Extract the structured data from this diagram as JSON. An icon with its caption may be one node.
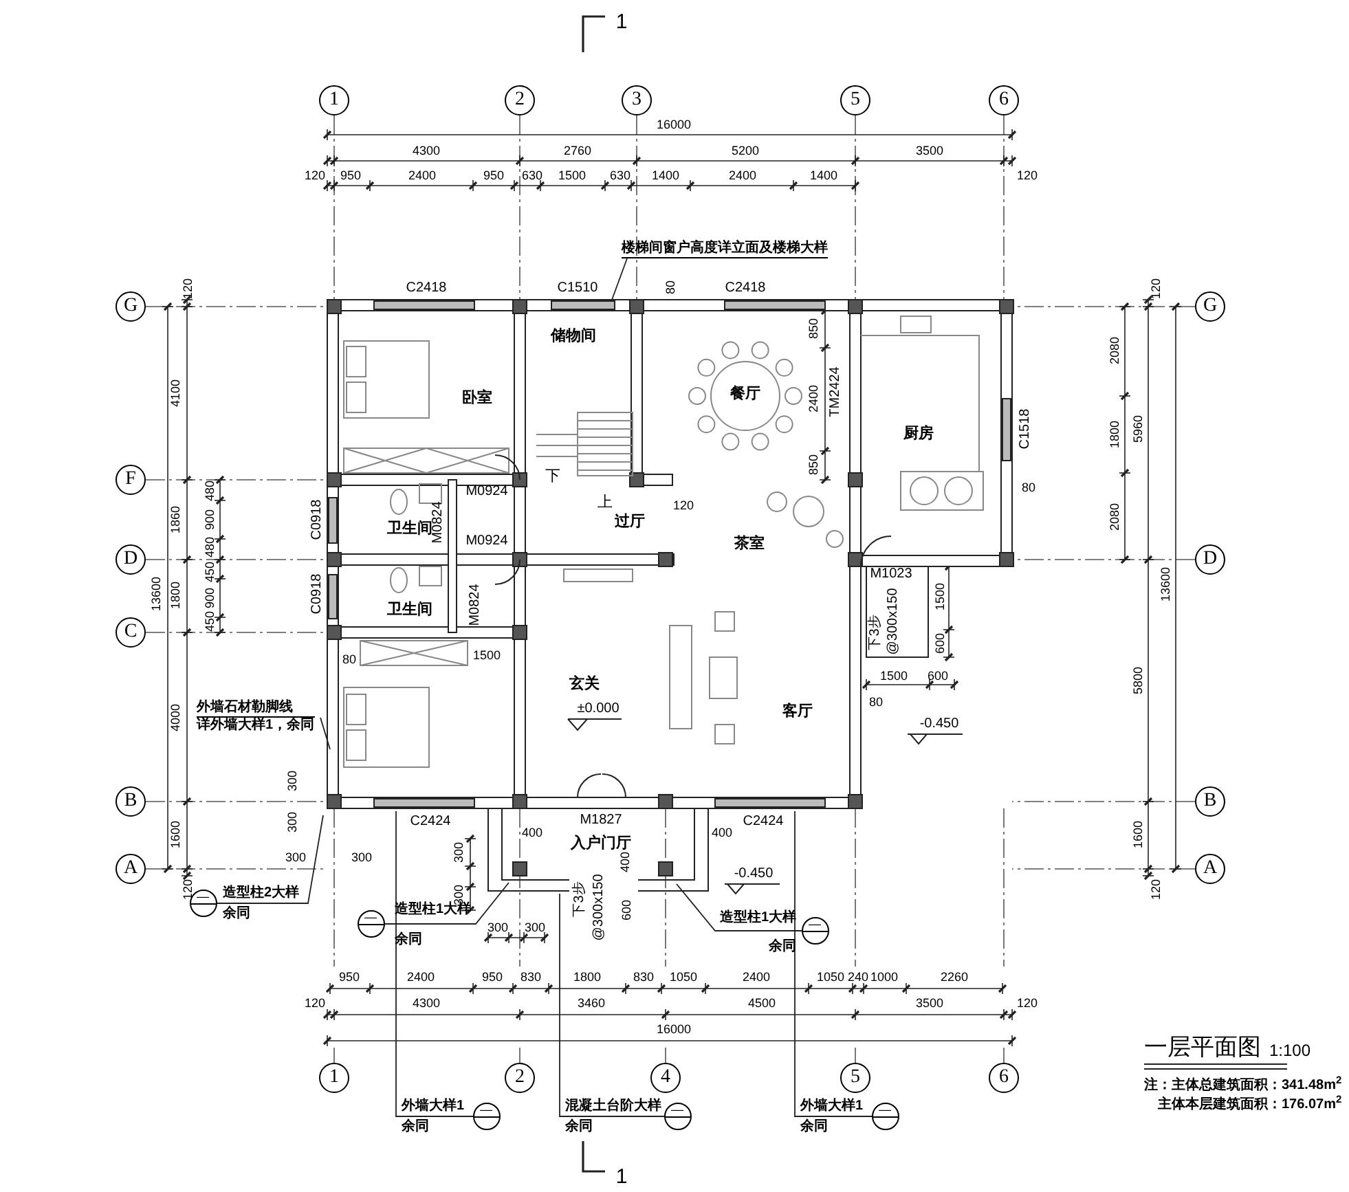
{
  "diagram": {
    "title": "一层平面图",
    "nodes": [
      {
        "text": [
          "1"
        ]
      },
      {
        "text": [
          "2"
        ]
      },
      {
        "text": [
          "3"
        ]
      },
      {
        "text": [
          "5"
        ]
      },
      {
        "text": [
          "6"
        ]
      },
      {
        "text": [
          "G"
        ]
      },
      {
        "text": [
          "F"
        ]
      },
      {
        "text": [
          "D"
        ]
      },
      {
        "text": [
          "C"
        ]
      },
      {
        "text": [
          "B"
        ]
      },
      {
        "text": [
          "A"
        ]
      },
      {
        "text": [
          "G"
        ]
      },
      {
        "text": [
          "D"
        ]
      },
      {
        "text": [
          "B"
        ]
      },
      {
        "text": [
          "A"
        ]
      },
      {
        "text": [
          "1"
        ]
      },
      {
        "text": [
          "2"
        ]
      },
      {
        "text": [
          "4"
        ]
      },
      {
        "text": [
          "5"
        ]
      },
      {
        "text": [
          "6"
        ]
      },
      {
        "text": [
          "楼梯间窗户高度详立面及楼梯大样"
        ]
      },
      {
        "text": [
          "外墙石材勒脚线",
          "详外墙大样1，余同"
        ]
      },
      {
        "text": [
          "—"
        ],
        "beside": [
          "造型柱2大样",
          "余同"
        ]
      },
      {
        "text": [
          "—"
        ],
        "beside": [
          "造型柱1大样",
          "余同"
        ]
      },
      {
        "text": [
          "—"
        ],
        "beside": [
          "造型柱1大样",
          "余同"
        ]
      },
      {
        "text": [
          "—"
        ],
        "beside": [
          "外墙大样1",
          "余同"
        ]
      },
      {
        "text": [
          "—"
        ],
        "beside": [
          "混凝土台阶大样",
          "余同"
        ]
      },
      {
        "text": [
          "—"
        ],
        "beside": [
          "外墙大样1",
          "余同"
        ]
      }
    ],
    "edges": [
      {
        "from": 20,
        "to": null,
        "arrow": "none"
      },
      {
        "from": 21,
        "to": null,
        "arrow": "none"
      },
      {
        "from": 22,
        "to": null,
        "arrow": "none"
      },
      {
        "from": 23,
        "to": null,
        "arrow": "none"
      },
      {
        "from": 24,
        "to": null,
        "arrow": "none"
      },
      {
        "from": 25,
        "to": null,
        "arrow": "none"
      },
      {
        "from": 26,
        "to": null,
        "arrow": "none"
      },
      {
        "from": 27,
        "to": null,
        "arrow": "none"
      }
    ],
    "labels": [
      "16000",
      "4300",
      "2760",
      "5200",
      "3500",
      "120",
      "950",
      "2400",
      "950",
      "630",
      "1500",
      "630",
      "1400",
      "2400",
      "1400",
      "120",
      "C2418",
      "C1510",
      "80",
      "C2418",
      "120",
      "4100",
      "1860",
      "480",
      "900",
      "480",
      "1800",
      "450",
      "900",
      "450",
      "13600",
      "4000",
      "1600",
      "120",
      "120",
      "2080",
      "1800",
      "5960",
      "2080",
      "13600",
      "5800",
      "1600",
      "120",
      "卧室",
      "储物间",
      "餐厅",
      "850",
      "2400",
      "TM2424",
      "850",
      "厨房",
      "C1518",
      "M0924",
      "下",
      "上",
      "80",
      "C0918",
      "卫生间",
      "M0824",
      "过厅",
      "120",
      "茶室",
      "M0924",
      "M1023",
      "C0918",
      "卫生间",
      "M0824",
      "1500",
      "下3步",
      "@300x150",
      "600",
      "1500",
      "80",
      "1500",
      "600",
      "玄关",
      "客厅",
      "±0.000",
      "80",
      "-0.450",
      "300",
      "300",
      "300",
      "300",
      "C2424",
      "M1827",
      "入户门厅",
      "400",
      "400",
      "C2424",
      "300",
      "400",
      "-0.450",
      "300",
      "下3步",
      "@300x150",
      "600",
      "300",
      "300",
      "950",
      "2400",
      "950",
      "830",
      "1800",
      "830",
      "1050",
      "2400",
      "1050",
      "240",
      "1000",
      "2260",
      "120",
      "4300",
      "3460",
      "4500",
      "3500",
      "120",
      "16000",
      "1:100",
      "注：主体总建筑面积：341.48m$^{2}$",
      "主体本层建筑面积：176.07m$^{2}$",
      "1",
      "1"
    ]
  }
}
